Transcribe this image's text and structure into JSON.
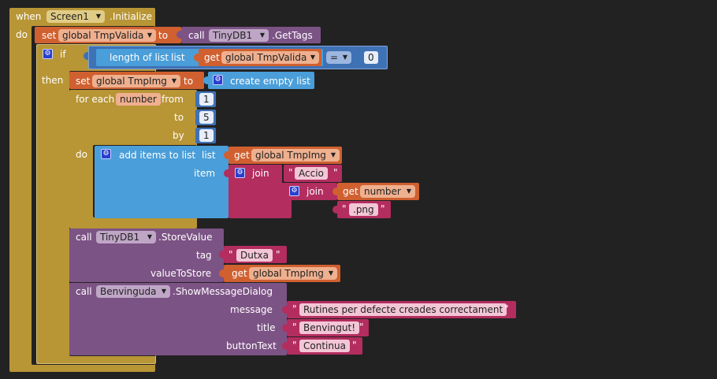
{
  "screen_init": {
    "when": "when",
    "component": "Screen1",
    "event": ".Initialize",
    "do": "do"
  },
  "set_tmpvalida": {
    "set": "set",
    "var": "global TmpValida",
    "to": "to",
    "call": "call",
    "component": "TinyDB1",
    "method": ".GetTags"
  },
  "if_block": {
    "if": "if",
    "then": "then",
    "length_of_list": "length of list",
    "list": "list",
    "get": "get",
    "var": "global TmpValida",
    "op": "=",
    "value": "0"
  },
  "set_tmpimg": {
    "set": "set",
    "var": "global TmpImg",
    "to": "to",
    "create": "create empty list"
  },
  "for_each": {
    "label": "for each",
    "var": "number",
    "from": "from",
    "from_val": "1",
    "to": "to",
    "to_val": "5",
    "by": "by",
    "by_val": "1",
    "do": "do"
  },
  "add_items": {
    "label": "add items to list",
    "list": "list",
    "item": "item",
    "get": "get",
    "list_var": "global TmpImg",
    "join": "join",
    "text1": "Accio",
    "join2": "join",
    "get2": "get",
    "num_var": "number",
    "text2": ".png",
    "quote": "\""
  },
  "store_value": {
    "call": "call",
    "component": "TinyDB1",
    "method": ".StoreValue",
    "tag": "tag",
    "tag_val": "Dutxa",
    "value_to_store": "valueToStore",
    "get": "get",
    "var": "global TmpImg"
  },
  "show_message": {
    "call": "call",
    "component": "Benvinguda",
    "method": ".ShowMessageDialog",
    "message": "message",
    "message_val": "Rutines per defecte creades correctament",
    "title": "title",
    "title_val": "Benvingut!",
    "button_text": "buttonText",
    "button_val": "Continua"
  },
  "colors": {
    "control": "#b89535",
    "procedure": "#7c5385",
    "logic": "#3f71b5",
    "list": "#4a9ed9",
    "variable": "#d06030",
    "text": "#b32d5e"
  }
}
